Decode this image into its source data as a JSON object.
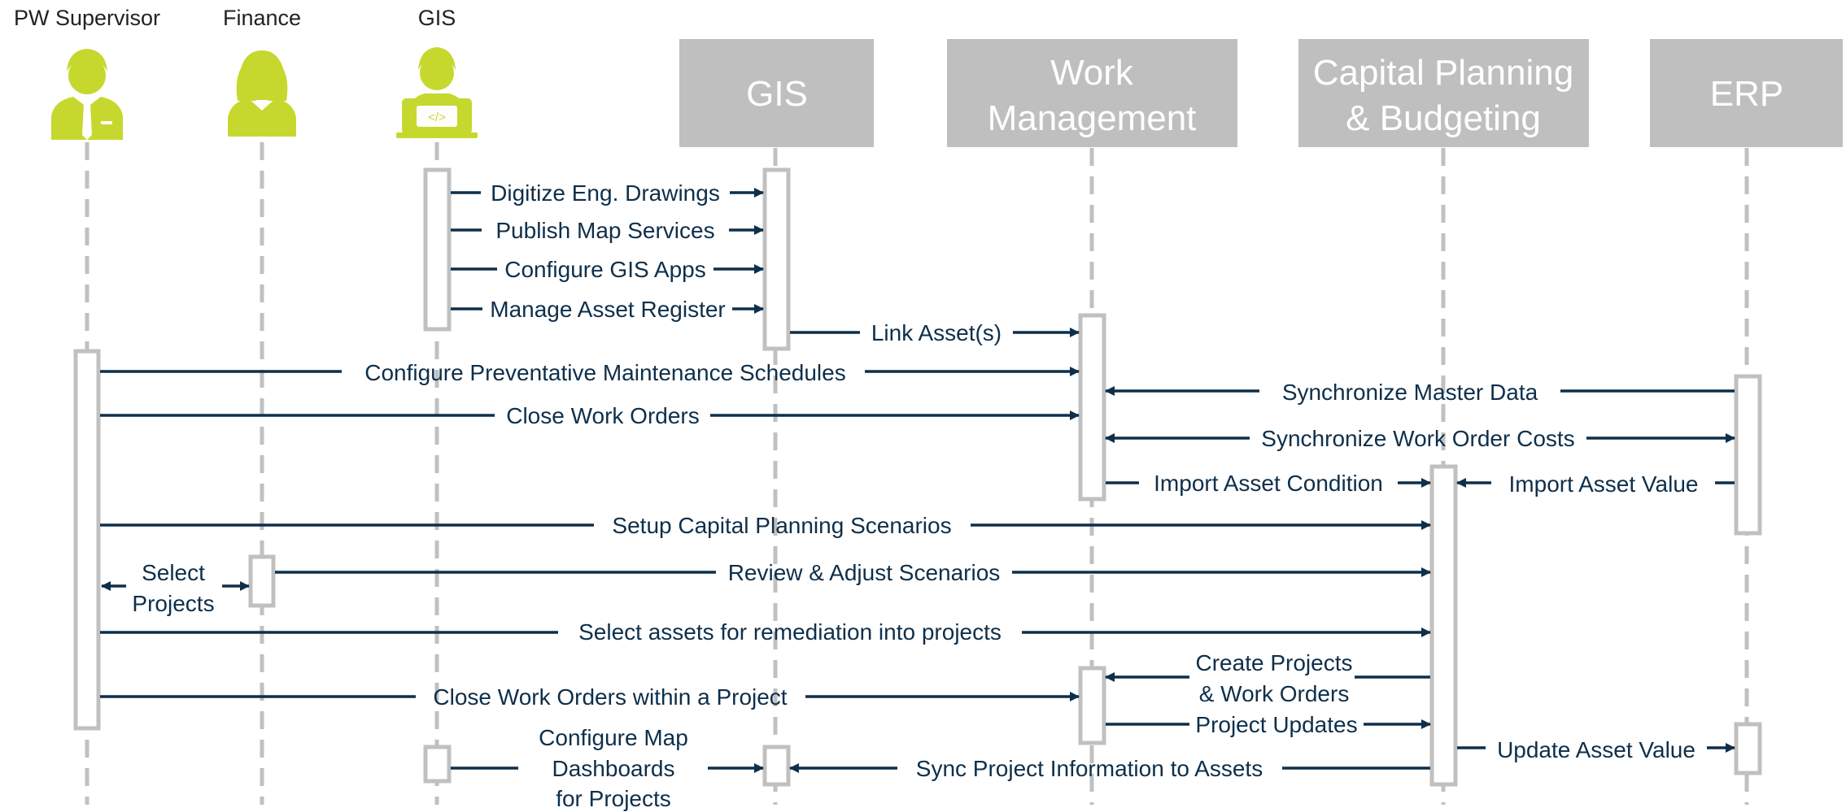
{
  "diagram": {
    "actors": [
      {
        "id": "pw",
        "label": "PW Supervisor",
        "icon": "male-supervisor-icon"
      },
      {
        "id": "fin",
        "label": "Finance",
        "icon": "female-user-icon"
      },
      {
        "id": "gisuser",
        "label": "GIS",
        "icon": "developer-laptop-icon"
      }
    ],
    "systems": [
      {
        "id": "gis",
        "lines": [
          "GIS"
        ]
      },
      {
        "id": "wm",
        "lines": [
          "Work",
          "Management"
        ]
      },
      {
        "id": "cpb",
        "lines": [
          "Capital Planning",
          "& Budgeting"
        ]
      },
      {
        "id": "erp",
        "lines": [
          "ERP"
        ]
      }
    ],
    "messages": [
      {
        "id": "m1",
        "lines": [
          "Digitize Eng. Drawings"
        ]
      },
      {
        "id": "m2",
        "lines": [
          "Publish Map Services"
        ]
      },
      {
        "id": "m3",
        "lines": [
          "Configure GIS Apps"
        ]
      },
      {
        "id": "m4",
        "lines": [
          "Manage Asset Register"
        ]
      },
      {
        "id": "m5",
        "lines": [
          "Link Asset(s)"
        ]
      },
      {
        "id": "m6",
        "lines": [
          "Configure Preventative Maintenance Schedules"
        ]
      },
      {
        "id": "m7",
        "lines": [
          "Synchronize Master Data"
        ]
      },
      {
        "id": "m8",
        "lines": [
          "Close Work Orders"
        ]
      },
      {
        "id": "m9",
        "lines": [
          "Synchronize Work Order Costs"
        ]
      },
      {
        "id": "m10",
        "lines": [
          "Import Asset Condition"
        ]
      },
      {
        "id": "m11",
        "lines": [
          "Import Asset Value"
        ]
      },
      {
        "id": "m12",
        "lines": [
          "Setup Capital Planning Scenarios"
        ]
      },
      {
        "id": "m13",
        "lines": [
          "Select",
          "Projects"
        ]
      },
      {
        "id": "m14",
        "lines": [
          "Review & Adjust Scenarios"
        ]
      },
      {
        "id": "m15",
        "lines": [
          "Select assets for remediation into projects"
        ]
      },
      {
        "id": "m16",
        "lines": [
          "Create Projects",
          "& Work Orders"
        ]
      },
      {
        "id": "m17",
        "lines": [
          "Close Work Orders within a Project"
        ]
      },
      {
        "id": "m18",
        "lines": [
          "Project Updates"
        ]
      },
      {
        "id": "m19",
        "lines": [
          "Configure Map",
          "Dashboards",
          "for Projects"
        ]
      },
      {
        "id": "m20",
        "lines": [
          "Update Asset Value"
        ]
      },
      {
        "id": "m21",
        "lines": [
          "Sync Project Information to Assets"
        ]
      }
    ],
    "colors": {
      "actor": "#c6d82e",
      "system_box": "#bfbfbf",
      "lifeline": "#c0c0c0",
      "arrow": "#0e2f4a"
    }
  }
}
